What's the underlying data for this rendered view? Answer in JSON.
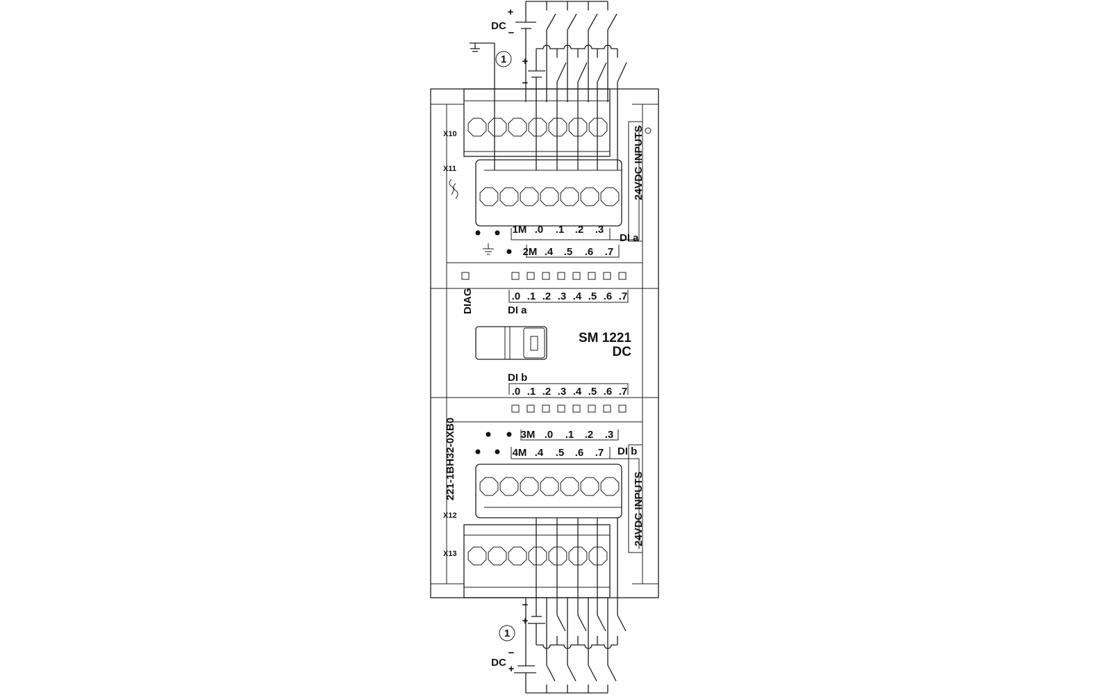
{
  "module": {
    "name": "SM 1221",
    "type": "DC",
    "order_number": "221-1BH32-0XB0",
    "diag_label": "DIAG"
  },
  "connectors": {
    "x10": "X10",
    "x11": "X11",
    "x12": "X12",
    "x13": "X13"
  },
  "side_labels": {
    "top": "24VDC INPUTS",
    "bottom": "24VDC INPUTS"
  },
  "groups": {
    "a": "DI a",
    "b": "DI b"
  },
  "terminal_rows": {
    "row1": [
      "1M",
      ".0",
      ".1",
      ".2",
      ".3"
    ],
    "row2": [
      "2M",
      ".4",
      ".5",
      ".6",
      ".7"
    ],
    "row3": [
      "3M",
      ".0",
      ".1",
      ".2",
      ".3"
    ],
    "row4": [
      "4M",
      ".4",
      ".5",
      ".6",
      ".7"
    ]
  },
  "led_labels": [
    ".0",
    ".1",
    ".2",
    ".3",
    ".4",
    ".5",
    ".6",
    ".7"
  ],
  "wiring": {
    "supply_label": "DC",
    "plus": "+",
    "minus": "−",
    "note_marker": "1"
  }
}
